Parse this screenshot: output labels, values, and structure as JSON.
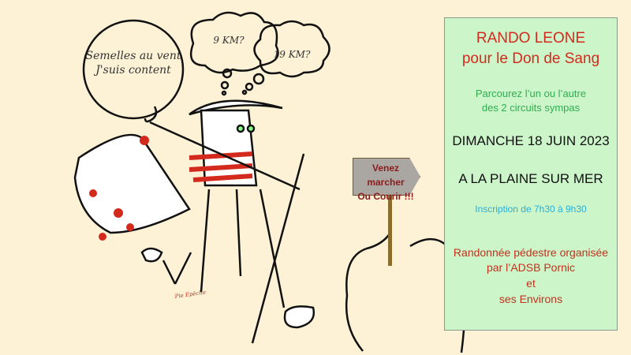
{
  "bubbles": {
    "speech_line1": "Semelles au vent",
    "speech_line2": "J'suis content",
    "thought_1": "9 KM?",
    "thought_2": "19 KM?"
  },
  "signature": "Pie Epèche",
  "sign": {
    "line1": "Venez marcher",
    "line2": "Ou Courir !!!"
  },
  "panel": {
    "title1": "RANDO LEONE",
    "title2": "pour le Don de Sang",
    "sub1": "Parcourez l’un ou l’autre",
    "sub2": "des 2 circuits sympas",
    "date": "DIMANCHE 18 JUIN 2023",
    "place": "A LA PLAINE SUR MER",
    "inscription": "Inscription de 7h30 à 9h30",
    "org1": "Randonnée pédestre organisée",
    "org2": "par l’ADSB Pornic",
    "org3": "et",
    "org4": "ses Environs"
  },
  "colors": {
    "background": "#fdf1d6",
    "panel": "#ccf5c9",
    "title": "#d42a1e",
    "green": "#2fae52",
    "blue": "#2ab0d8"
  }
}
